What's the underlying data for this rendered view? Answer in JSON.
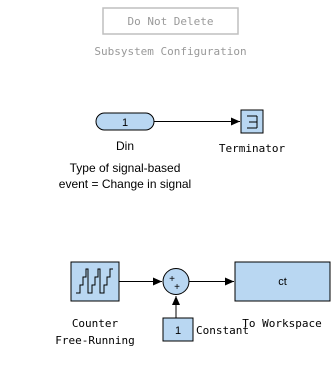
{
  "colors": {
    "block_fill": "#b9d7f2",
    "line": "#000000",
    "muted_text": "#999999",
    "muted_border": "#bfbfbf"
  },
  "subsystem_config": {
    "button_label": "Do Not Delete",
    "caption": "Subsystem Configuration"
  },
  "din_block": {
    "port_number": "1",
    "name": "Din",
    "description_line1": "Type of signal-based",
    "description_line2": "event = Change in signal"
  },
  "terminator_block": {
    "name": "Terminator",
    "icon": "terminator-icon"
  },
  "counter_block": {
    "name_line1": "Counter",
    "name_line2": "Free-Running",
    "icon": "staircase-counter-icon"
  },
  "sum_block": {
    "sign_top": "+",
    "sign_bottom": "+"
  },
  "to_workspace_block": {
    "variable": "ct",
    "name": "To Workspace"
  },
  "constant_block": {
    "value": "1",
    "name": "Constant"
  }
}
